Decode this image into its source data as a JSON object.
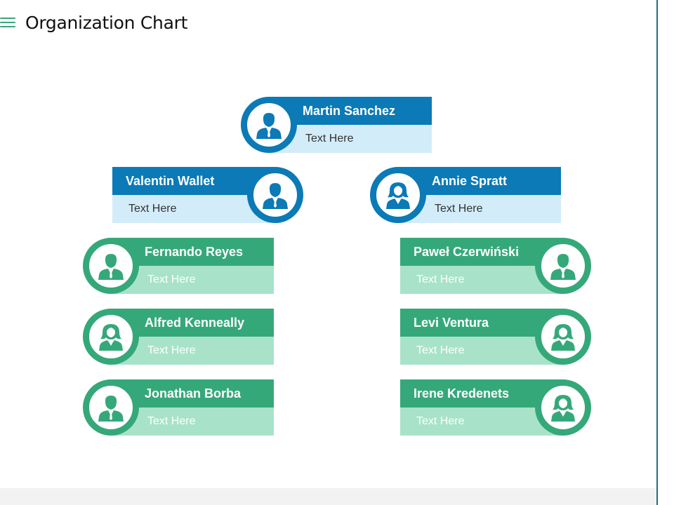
{
  "page": {
    "title": "Organization Chart"
  },
  "colors": {
    "blue": "#0b7ab6",
    "blue_light": "#d2ecf9",
    "green": "#35a87a",
    "green_light": "#a8e3c9"
  },
  "top": {
    "name": "Martin Sanchez",
    "text": "Text Here",
    "icon": "male-user-icon"
  },
  "level2": [
    {
      "name": "Valentin Wallet",
      "text": "Text Here",
      "icon": "male-user-icon"
    },
    {
      "name": "Annie Spratt",
      "text": "Text Here",
      "icon": "female-user-icon"
    }
  ],
  "left_team": [
    {
      "name": "Fernando Reyes",
      "text": "Text Here",
      "icon": "male-user-icon"
    },
    {
      "name": "Alfred Kenneally",
      "text": "Text Here",
      "icon": "female-user-icon"
    },
    {
      "name": "Jonathan Borba",
      "text": "Text Here",
      "icon": "male-user-icon"
    }
  ],
  "right_team": [
    {
      "name": "Paweł Czerwiński",
      "text": "Text Here",
      "icon": "male-user-icon"
    },
    {
      "name": "Levi Ventura",
      "text": "Text Here",
      "icon": "female-user-icon"
    },
    {
      "name": "Irene Kredenets",
      "text": "Text Here",
      "icon": "female-user-icon"
    }
  ]
}
